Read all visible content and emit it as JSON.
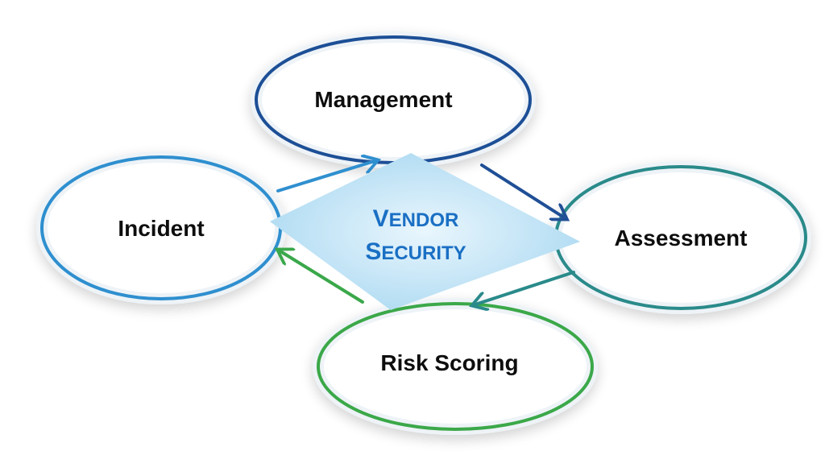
{
  "diagram": {
    "center": {
      "line1_initial": "V",
      "line1_rest": "ENDOR",
      "line2_initial": "S",
      "line2_rest": "ECURITY"
    },
    "nodes": {
      "management": "Management",
      "assessment": "Assessment",
      "risk_scoring": "Risk Scoring",
      "incident": "Incident"
    },
    "colors": {
      "management_ring": "#1f4f96",
      "assessment_ring": "#2a8a8a",
      "risk_scoring_ring": "#3aa84a",
      "incident_ring": "#2f8fcf",
      "center_fill": "#bfe3f6",
      "center_text": "#1a6fc4"
    }
  }
}
